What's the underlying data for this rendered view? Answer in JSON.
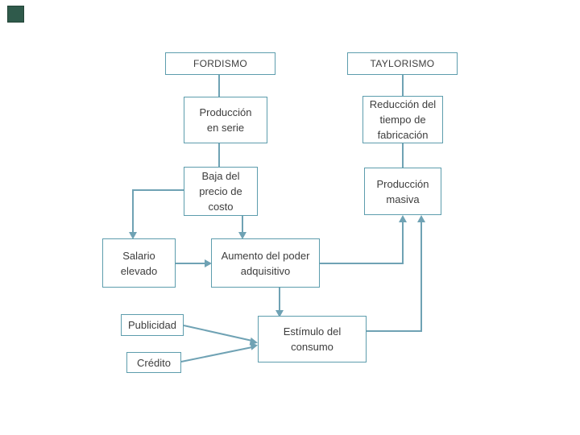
{
  "slide": {
    "background": "#ffffff",
    "corner_marker_color": "#2f5a4b",
    "colors": {
      "box_border": "#5d9dad",
      "connector": "#6fa2b4",
      "text": "#3d3d3d"
    },
    "nodes": {
      "fordismo": {
        "lines": [
          "FORDISMO"
        ]
      },
      "taylorismo": {
        "lines": [
          "TAYLORISMO"
        ]
      },
      "produccion_serie": {
        "lines": [
          "Producción",
          "en serie"
        ]
      },
      "reduccion_tiempo": {
        "lines": [
          "Reducción del",
          "tiempo de",
          "fabricación"
        ]
      },
      "baja_precio": {
        "lines": [
          "Baja del",
          "precio de",
          "costo"
        ]
      },
      "produccion_masiva": {
        "lines": [
          "Producción",
          "masiva"
        ]
      },
      "salario_elevado": {
        "lines": [
          "Salario",
          "elevado"
        ]
      },
      "aumento_poder": {
        "lines": [
          "Aumento del poder",
          "adquisitivo"
        ]
      },
      "publicidad": {
        "lines": [
          "Publicidad"
        ]
      },
      "credito": {
        "lines": [
          "Crédito"
        ]
      },
      "estimulo_consumo": {
        "lines": [
          "Estímulo del",
          "consumo"
        ]
      }
    },
    "edges": [
      {
        "from": "FORDISMO",
        "to": "Producción en serie"
      },
      {
        "from": "TAYLORISMO",
        "to": "Reducción del tiempo de fabricación"
      },
      {
        "from": "Producción en serie",
        "to": "Baja del precio de costo"
      },
      {
        "from": "Reducción del tiempo de fabricación",
        "to": "Producción masiva"
      },
      {
        "from": "Baja del precio de costo",
        "to": "Salario elevado"
      },
      {
        "from": "Baja del precio de costo",
        "to": "Aumento del poder adquisitivo"
      },
      {
        "from": "Salario elevado",
        "to": "Aumento del poder adquisitivo"
      },
      {
        "from": "Aumento del poder adquisitivo",
        "to": "Producción masiva"
      },
      {
        "from": "Aumento del poder adquisitivo",
        "to": "Estímulo del consumo"
      },
      {
        "from": "Publicidad",
        "to": "Estímulo del consumo"
      },
      {
        "from": "Crédito",
        "to": "Estímulo del consumo"
      },
      {
        "from": "Estímulo del consumo",
        "to": "Producción masiva"
      }
    ]
  }
}
